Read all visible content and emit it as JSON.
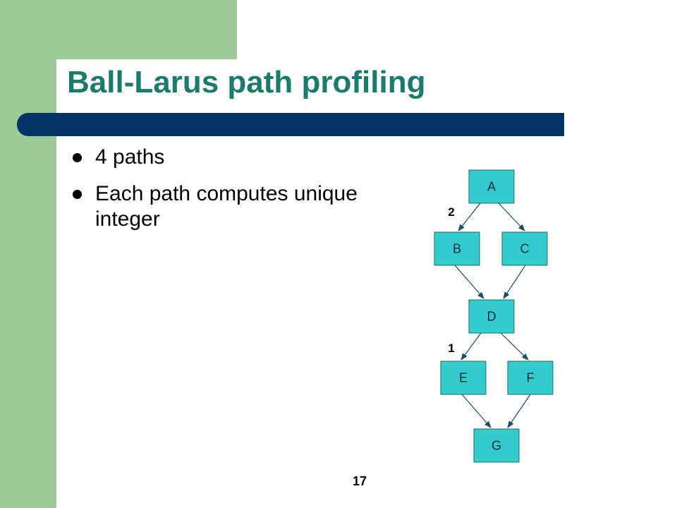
{
  "slide": {
    "title": "Ball-Larus path profiling",
    "bullets": [
      "4 paths",
      "Each path computes unique integer"
    ],
    "page_number": "17"
  },
  "diagram": {
    "nodes": [
      {
        "id": "A",
        "label": "A"
      },
      {
        "id": "B",
        "label": "B"
      },
      {
        "id": "C",
        "label": "C"
      },
      {
        "id": "D",
        "label": "D"
      },
      {
        "id": "E",
        "label": "E"
      },
      {
        "id": "F",
        "label": "F"
      },
      {
        "id": "G",
        "label": "G"
      }
    ],
    "edges": [
      {
        "from": "A",
        "to": "B",
        "label": "2"
      },
      {
        "from": "A",
        "to": "C",
        "label": ""
      },
      {
        "from": "B",
        "to": "D",
        "label": ""
      },
      {
        "from": "C",
        "to": "D",
        "label": ""
      },
      {
        "from": "D",
        "to": "E",
        "label": "1"
      },
      {
        "from": "D",
        "to": "F",
        "label": ""
      },
      {
        "from": "E",
        "to": "G",
        "label": ""
      },
      {
        "from": "F",
        "to": "G",
        "label": ""
      }
    ]
  },
  "colors": {
    "node_fill": "#33cccc",
    "node_border": "#1a6b6b",
    "title": "#1a7a6b",
    "rule": "#003366",
    "sidebar": "#9dcc98"
  }
}
